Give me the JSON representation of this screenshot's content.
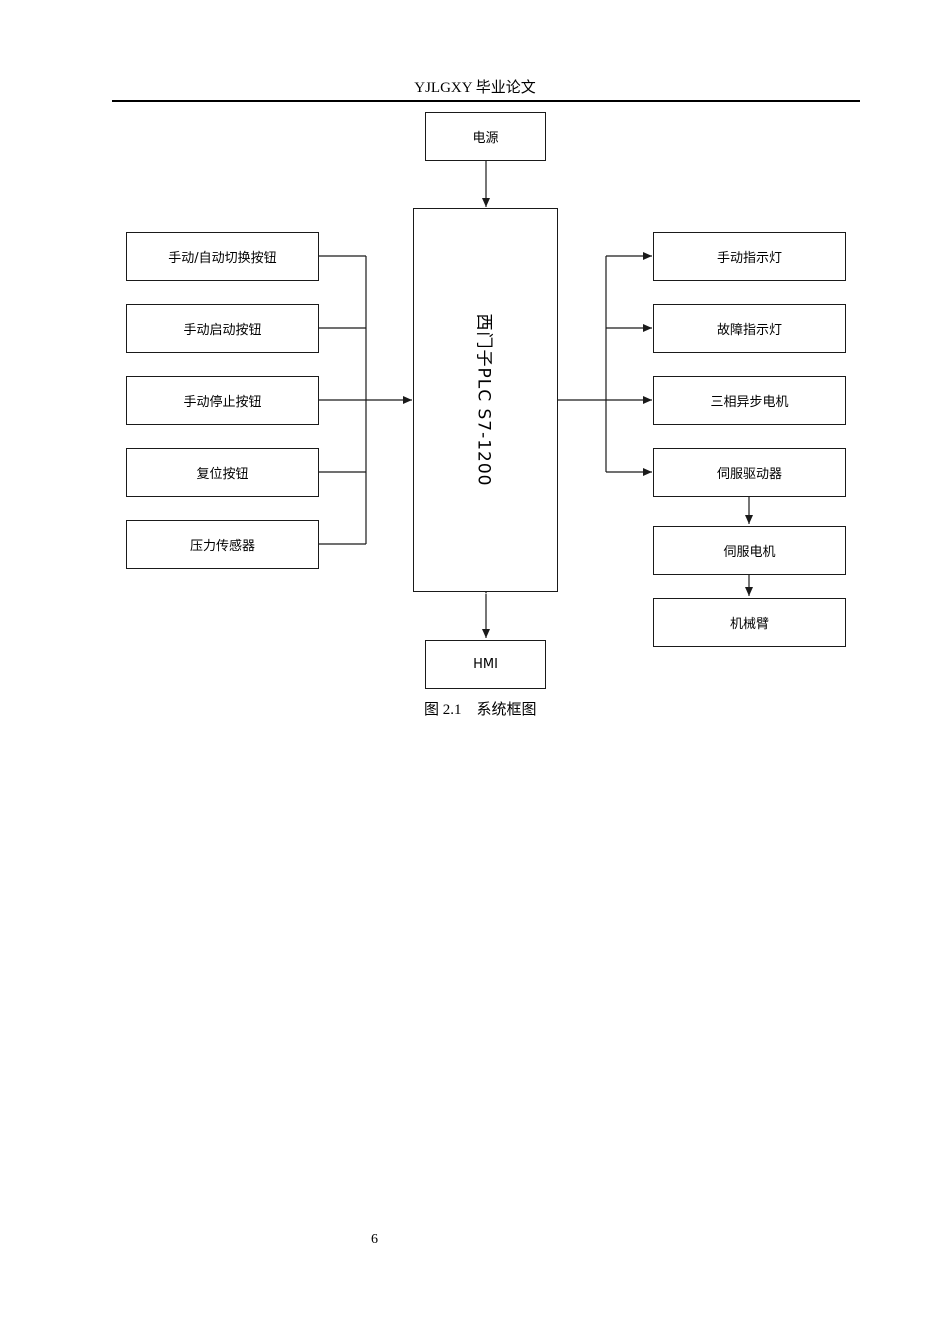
{
  "header": {
    "text": "YJLGXY 毕业论文"
  },
  "diagram": {
    "power": "电源",
    "plc": "西门子PLC S7-1200",
    "hmi": "HMI",
    "inputs": [
      "手动/自动切换按钮",
      "手动启动按钮",
      "手动停止按钮",
      "复位按钮",
      "压力传感器"
    ],
    "outputs": [
      "手动指示灯",
      "故障指示灯",
      "三相异步电机",
      "伺服驱动器"
    ],
    "chain": [
      "伺服电机",
      "机械臂"
    ]
  },
  "caption": {
    "text": "图 2.1    系统框图"
  },
  "page_number": "6"
}
